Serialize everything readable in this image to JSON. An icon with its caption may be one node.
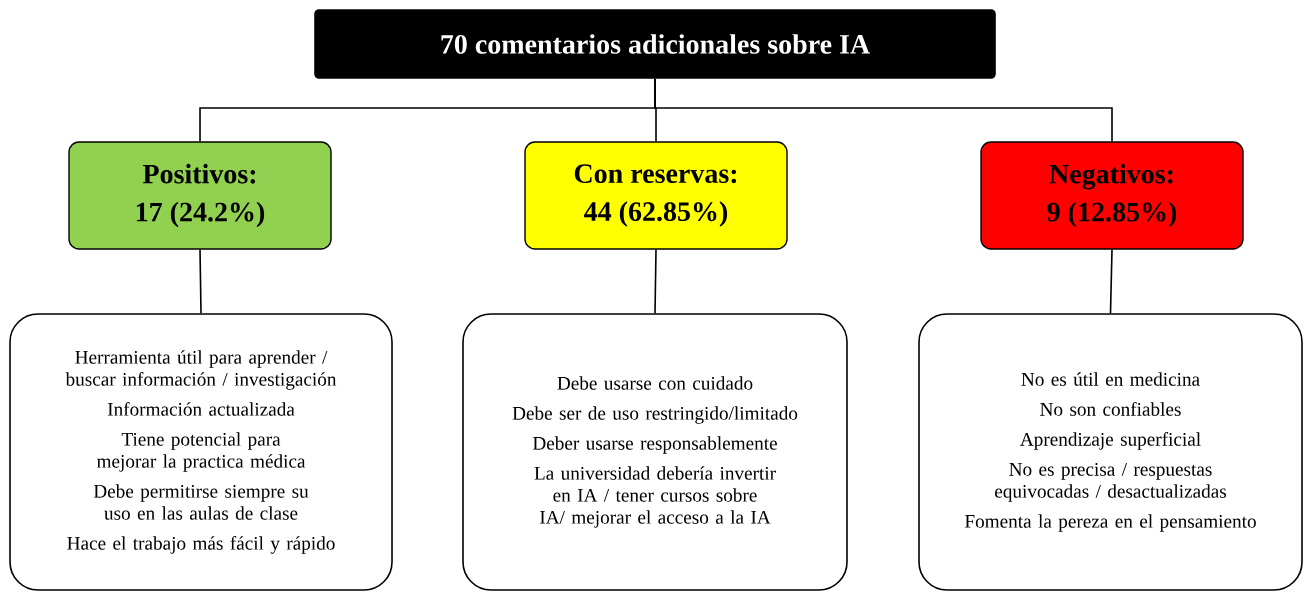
{
  "diagram": {
    "nodes": [
      {
        "text": [
          "70 comentarios adicionales sobre IA"
        ]
      },
      {
        "text": [
          "Positivos:",
          "17 (24.2%)"
        ]
      },
      {
        "text": [
          "Con reservas:",
          "44 (62.85%)"
        ]
      },
      {
        "text": [
          "Negativos:",
          "9 (12.85%)"
        ]
      },
      {
        "text": [
          "Herramienta útil para aprender / buscar información / investigación",
          "Información actualizada",
          "Tiene potencial para mejorar la practica médica",
          "Debe permitirse siempre su uso en las aulas de clase",
          "Hace el trabajo más fácil y rápido"
        ]
      },
      {
        "text": [
          "Debe usarse con cuidado",
          "Debe ser de uso restringido/limitado",
          "Deber usarse responsablemente",
          "La universidad debería invertir en IA / tener cursos sobre IA/ mejorar el acceso a la IA"
        ]
      },
      {
        "text": [
          "No es útil en medicina",
          "No son confiables",
          "Aprendizaje superficial",
          "No es precisa / respuestas equivocadas / desactualizadas",
          "Fomenta la pereza en el pensamiento"
        ]
      }
    ],
    "edges": [
      {
        "from": 0,
        "to": 1,
        "arrow": "none"
      },
      {
        "from": 0,
        "to": 2,
        "arrow": "none"
      },
      {
        "from": 0,
        "to": 3,
        "arrow": "none"
      },
      {
        "from": 1,
        "to": 4,
        "arrow": "none"
      },
      {
        "from": 2,
        "to": 5,
        "arrow": "none"
      },
      {
        "from": 3,
        "to": 6,
        "arrow": "none"
      }
    ]
  }
}
